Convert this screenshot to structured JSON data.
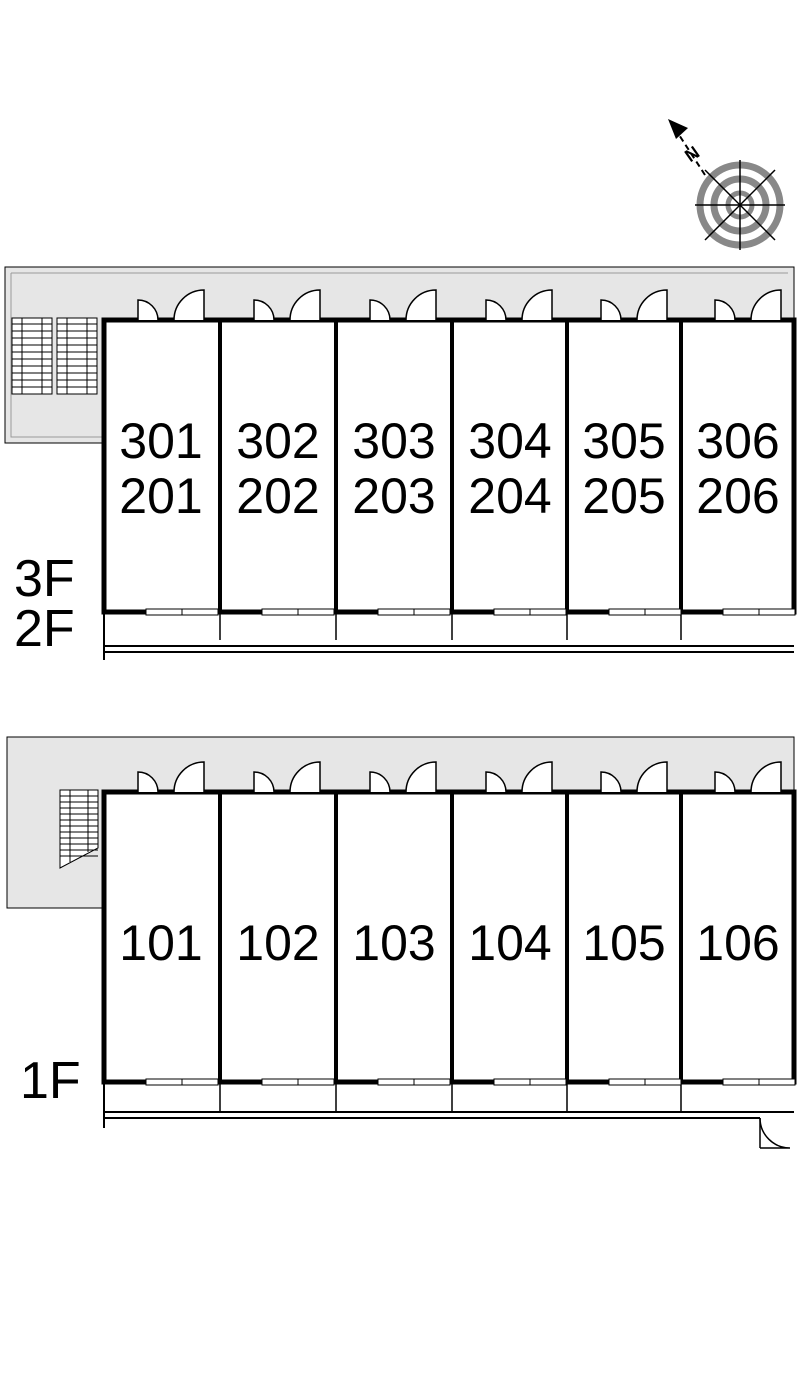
{
  "compass": {
    "label": "N"
  },
  "upper_block": {
    "floor_labels": [
      "3F",
      "2F"
    ],
    "units": [
      {
        "top": "301",
        "bottom": "201"
      },
      {
        "top": "302",
        "bottom": "202"
      },
      {
        "top": "303",
        "bottom": "203"
      },
      {
        "top": "304",
        "bottom": "204"
      },
      {
        "top": "305",
        "bottom": "205"
      },
      {
        "top": "306",
        "bottom": "206"
      }
    ]
  },
  "lower_block": {
    "floor_labels": [
      "1F"
    ],
    "units": [
      {
        "top": "101"
      },
      {
        "top": "102"
      },
      {
        "top": "103"
      },
      {
        "top": "104"
      },
      {
        "top": "105"
      },
      {
        "top": "106"
      }
    ]
  },
  "colors": {
    "corridor": "#e6e6e6",
    "wall": "#000000",
    "compass_ring": "#888888"
  }
}
